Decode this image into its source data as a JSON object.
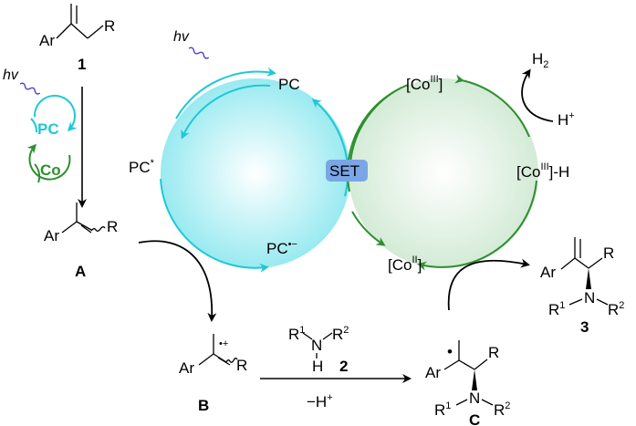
{
  "colors": {
    "photoredox": "#1ec8d6",
    "cobalt": "#2f8f2f",
    "hv_wave": "#4a3fd0",
    "set_badge": "#7aa6e6"
  },
  "labels": {
    "ar": "Ar",
    "r": "R",
    "r1": "R",
    "r1_sup": "1",
    "r2": "R",
    "r2_sup": "2",
    "n": "N",
    "h": "H",
    "hv": "hv",
    "pc": "PC",
    "co": "Co",
    "pc_star_base": "PC",
    "pc_star_sup": "*",
    "pc_radical_base": "PC",
    "pc_radical_sup": "•−",
    "radical_cation_sup": "•+",
    "radical_dot": "•",
    "set": "SET",
    "co3_base": "[Co",
    "co3_sup": "III",
    "co3_close": "]",
    "co3h_suffix": "]-H",
    "co2_sup": "II",
    "h2": "H",
    "h2_sub": "2",
    "hplus": "H",
    "hplus_sup": "+",
    "minus_hplus": "−H",
    "minus_hplus_sup": "+"
  },
  "compounds": {
    "c1": "1",
    "c2": "2",
    "c3": "3",
    "A": "A",
    "B": "B",
    "C": "C"
  }
}
